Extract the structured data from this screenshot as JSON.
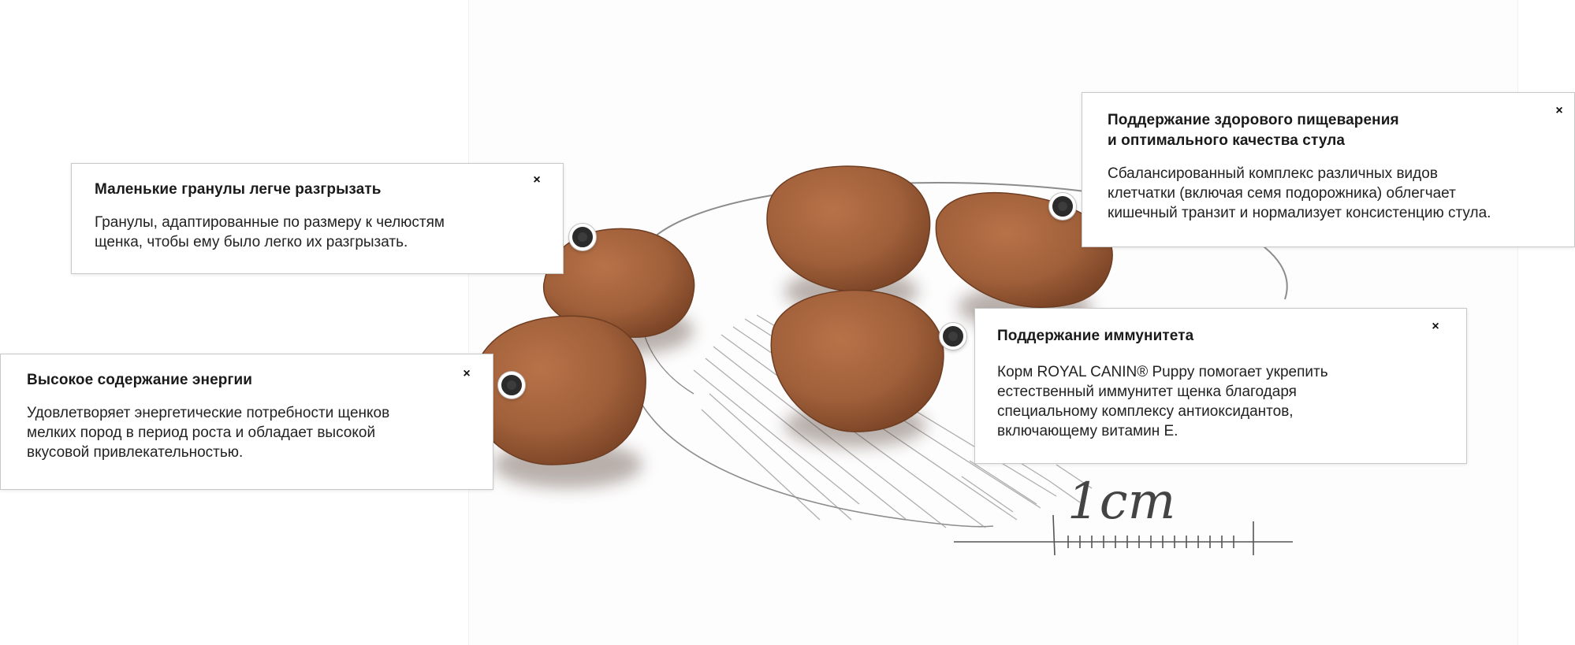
{
  "cards": [
    {
      "title": "Маленькие гранулы легче разгрызать",
      "text_lines": [
        "Гранулы, адаптированные по размеру к челюстям",
        "щенка, чтобы ему было легко их разгрызать."
      ],
      "close": "×"
    },
    {
      "title": "Высокое содержание энергии",
      "text_lines": [
        "Удовлетворяет энергетические потребности щенков",
        "мелких пород в период роста и обладает высокой",
        "вкусовой привлекательностью."
      ],
      "close": "×"
    },
    {
      "title_lines": [
        "Поддержание здорового пищеварения",
        "и оптимального качества стула"
      ],
      "text_lines": [
        "Сбалансированный комплекс различных видов",
        "клетчатки (включая семя подорожника) облегчает",
        "кишечный транзит и нормализует консистенцию стула."
      ],
      "close": "×"
    },
    {
      "title": "Поддержание иммунитета",
      "text_lines": [
        "Корм ROYAL CANIN® Puppy помогает укрепить",
        "естественный иммунитет щенка благодаря",
        "специальному комплексу антиоксидантов,",
        "включающему витамин E."
      ],
      "close": "×"
    }
  ],
  "scale_label": "1cm",
  "colors": {
    "kibble": "#a0603a",
    "kibble_shadow": "#6e3d22",
    "pencil": "#8a8a8a",
    "marker": "#2b2b2b"
  }
}
